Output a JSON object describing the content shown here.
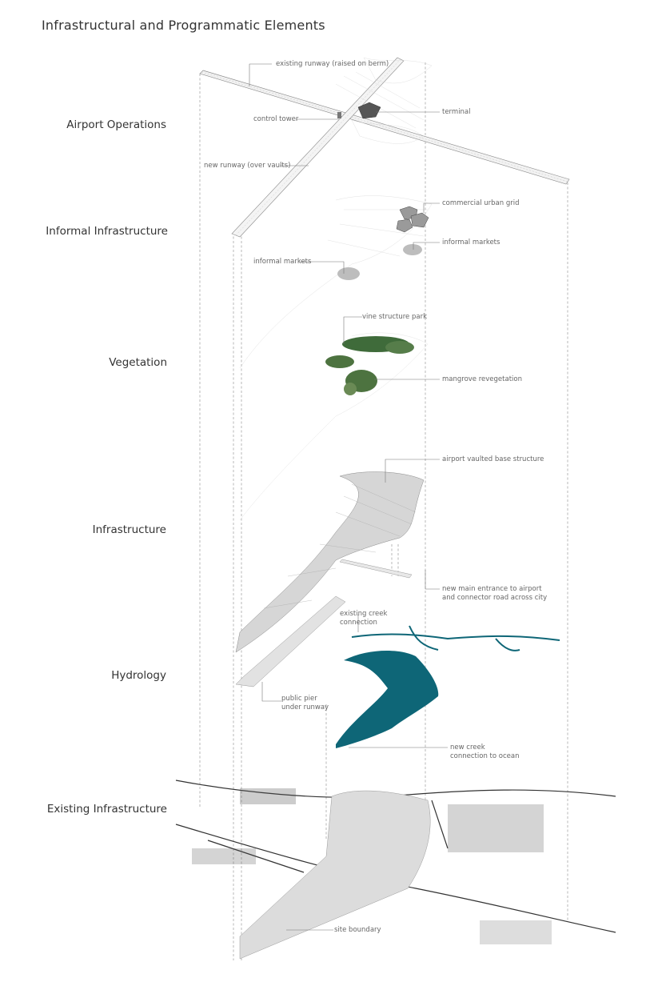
{
  "title": "Infrastructural and Programmatic Elements",
  "layers": [
    {
      "id": "airport",
      "label": "Airport Operations"
    },
    {
      "id": "informal",
      "label": "Informal Infrastructure"
    },
    {
      "id": "vegetation",
      "label": "Vegetation"
    },
    {
      "id": "infrastructure",
      "label": "Infrastructure"
    },
    {
      "id": "hydrology",
      "label": "Hydrology"
    },
    {
      "id": "existing",
      "label": "Existing Infrastructure"
    }
  ],
  "annotations": {
    "existing_runway": "existing runway (raised on berm)",
    "terminal": "terminal",
    "control_tower": "control tower",
    "new_runway": "new runway (over vaults)",
    "commercial_grid": "commercial urban grid",
    "informal_markets_right": "informal markets",
    "informal_markets_left": "informal markets",
    "vine_park": "vine structure park",
    "mangrove": "mangrove revegetation",
    "vaulted_base": "airport vaulted base structure",
    "main_entrance": [
      "new main entrance to airport",
      "and connector road across city"
    ],
    "creek_connection": [
      "existing creek",
      "connection"
    ],
    "public_pier": [
      "public pier",
      "under runway"
    ],
    "new_creek": [
      "new creek",
      "connection to ocean"
    ],
    "site_boundary": "site boundary"
  },
  "colors": {
    "water": "#0e6677",
    "vegetation": "#3f6b3a",
    "gray_surface": "#cfcfcf",
    "line": "#8a8a8a"
  }
}
